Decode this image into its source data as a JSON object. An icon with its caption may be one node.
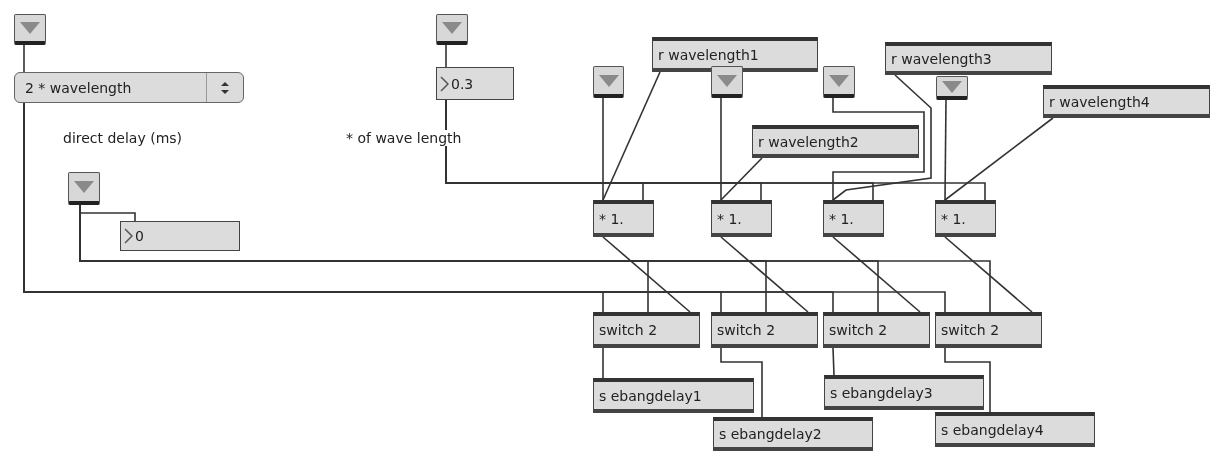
{
  "diagram": {
    "nodes": [
      {
        "text": [],
        "shape": "box"
      },
      {
        "text": [
          "2 * wavelength"
        ]
      },
      {
        "text": [],
        "shape": "box"
      },
      {
        "text": [
          "0.3"
        ]
      },
      {
        "text": [],
        "shape": "box"
      },
      {
        "text": [
          "0"
        ]
      },
      {
        "text": [
          "r wavelength1"
        ]
      },
      {
        "text": [],
        "shape": "box"
      },
      {
        "text": [],
        "shape": "box"
      },
      {
        "text": [],
        "shape": "box"
      },
      {
        "text": [
          "r wavelength3"
        ]
      },
      {
        "text": [],
        "shape": "box"
      },
      {
        "text": [
          "r wavelength4"
        ]
      },
      {
        "text": [
          "r wavelength2"
        ]
      },
      {
        "text": [
          "* 1."
        ]
      },
      {
        "text": [
          "* 1."
        ]
      },
      {
        "text": [
          "* 1."
        ]
      },
      {
        "text": [
          "* 1."
        ]
      },
      {
        "text": [
          "switch 2"
        ]
      },
      {
        "text": [
          "switch 2"
        ]
      },
      {
        "text": [
          "switch 2"
        ]
      },
      {
        "text": [
          "switch 2"
        ]
      },
      {
        "text": [
          "s ebangdelay1"
        ]
      },
      {
        "text": [
          "s ebangdelay2"
        ]
      },
      {
        "text": [
          "s ebangdelay3"
        ]
      },
      {
        "text": [
          "s ebangdelay4"
        ]
      }
    ],
    "edges": [
      {
        "from": 0,
        "to": 1,
        "arrow": "none"
      },
      {
        "from": 2,
        "to": 3,
        "arrow": "none"
      },
      {
        "from": 4,
        "to": 5,
        "arrow": "none"
      },
      {
        "from": 3,
        "to": 14,
        "arrow": "none"
      },
      {
        "from": 3,
        "to": 15,
        "arrow": "none"
      },
      {
        "from": 3,
        "to": 16,
        "arrow": "none"
      },
      {
        "from": 3,
        "to": 17,
        "arrow": "none"
      },
      {
        "from": 7,
        "to": 14,
        "arrow": "none"
      },
      {
        "from": 6,
        "to": 14,
        "arrow": "none"
      },
      {
        "from": 8,
        "to": 15,
        "arrow": "none"
      },
      {
        "from": 13,
        "to": 15,
        "arrow": "none"
      },
      {
        "from": 9,
        "to": 16,
        "arrow": "none"
      },
      {
        "from": 10,
        "to": 16,
        "arrow": "none"
      },
      {
        "from": 11,
        "to": 17,
        "arrow": "none"
      },
      {
        "from": 12,
        "to": 17,
        "arrow": "none"
      },
      {
        "from": 14,
        "to": 18,
        "arrow": "none"
      },
      {
        "from": 15,
        "to": 19,
        "arrow": "none"
      },
      {
        "from": 16,
        "to": 20,
        "arrow": "none"
      },
      {
        "from": 17,
        "to": 21,
        "arrow": "none"
      },
      {
        "from": 4,
        "to": 18,
        "arrow": "none"
      },
      {
        "from": 4,
        "to": 19,
        "arrow": "none"
      },
      {
        "from": 4,
        "to": 20,
        "arrow": "none"
      },
      {
        "from": 4,
        "to": 21,
        "arrow": "none"
      },
      {
        "from": 1,
        "to": 18,
        "arrow": "none"
      },
      {
        "from": 1,
        "to": 19,
        "arrow": "none"
      },
      {
        "from": 1,
        "to": 20,
        "arrow": "none"
      },
      {
        "from": 1,
        "to": 21,
        "arrow": "none"
      },
      {
        "from": 18,
        "to": 22,
        "arrow": "none"
      },
      {
        "from": 19,
        "to": 23,
        "arrow": "none"
      },
      {
        "from": 20,
        "to": 24,
        "arrow": "none"
      },
      {
        "from": 21,
        "to": 25,
        "arrow": "none"
      }
    ],
    "labels": [
      "direct delay (ms)",
      "* of wave length"
    ]
  }
}
